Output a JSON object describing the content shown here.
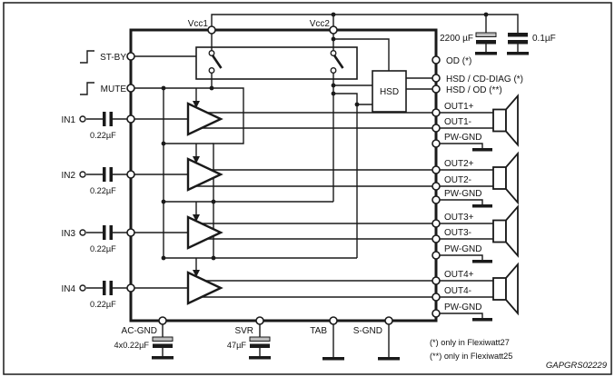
{
  "diagram": {
    "power": {
      "vcc1_label": "Vcc1",
      "vcc2_label": "Vcc2",
      "bulk_cap_label": "2200 µF",
      "hf_cap_label": "0.1µF"
    },
    "control": {
      "stby_label": "ST-BY",
      "mute_label": "MUTE",
      "hsd_label": "HSD"
    },
    "right_pins": {
      "od_label": "OD (*)",
      "hsd_cd_diag_label": "HSD / CD-DIAG (*)",
      "hsd_od_label": "HSD / OD (**)"
    },
    "channels": [
      {
        "input_label": "IN1",
        "input_cap_label": "0.22µF",
        "out_pos_label": "OUT1+",
        "out_neg_label": "OUT1-",
        "pw_gnd_label": "PW-GND"
      },
      {
        "input_label": "IN2",
        "input_cap_label": "0.22µF",
        "out_pos_label": "OUT2+",
        "out_neg_label": "OUT2-",
        "pw_gnd_label": "PW-GND"
      },
      {
        "input_label": "IN3",
        "input_cap_label": "0.22µF",
        "out_pos_label": "OUT3+",
        "out_neg_label": "OUT3-",
        "pw_gnd_label": "PW-GND"
      },
      {
        "input_label": "IN4",
        "input_cap_label": "0.22µF",
        "out_pos_label": "OUT4+",
        "out_neg_label": "OUT4-",
        "pw_gnd_label": "PW-GND"
      }
    ],
    "bottom_pins": {
      "ac_gnd_label": "AC-GND",
      "ac_gnd_cap_label": "4x0.22µF",
      "svr_label": "SVR",
      "svr_cap_label": "47µF",
      "tab_label": "TAB",
      "s_gnd_label": "S-GND"
    },
    "notes": {
      "note1": "(*) only in Flexiwatt27",
      "note2": "(**) only in Flexiwatt25"
    },
    "code": "GAPGRS02229"
  }
}
